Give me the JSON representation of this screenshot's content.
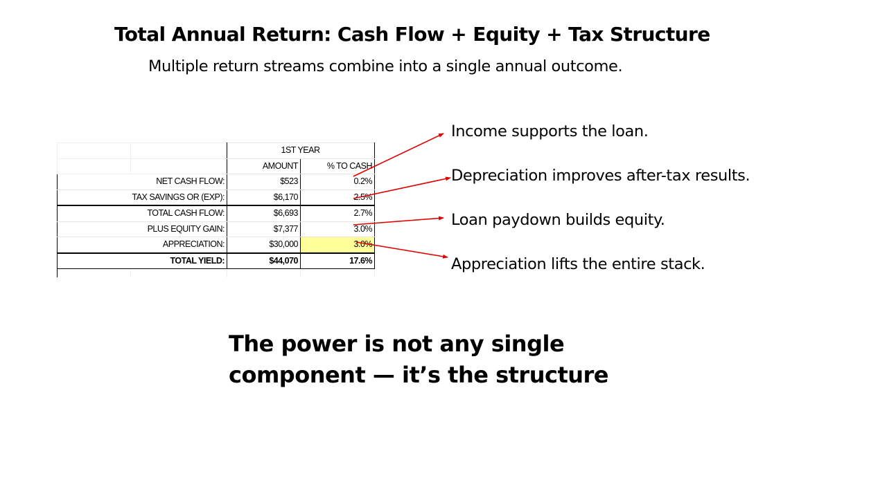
{
  "slide": {
    "title": "Total Annual Return: Cash Flow + Equity + Tax Structure",
    "subtitle": "Multiple return streams combine into a single annual outcome.",
    "closing_line_1": "The power is not any single",
    "closing_line_2": "component — it’s the structure"
  },
  "table": {
    "group_header": "1ST YEAR",
    "col_amount": "AMOUNT",
    "col_pct": "% TO CASH",
    "rows": [
      {
        "label": "NET CASH FLOW:",
        "amount": "$523",
        "pct": "0.2%"
      },
      {
        "label": "TAX SAVINGS OR (EXP):",
        "amount": "$6,170",
        "pct": "2.5%"
      },
      {
        "label": "TOTAL CASH FLOW:",
        "amount": "$6,693",
        "pct": "2.7%"
      },
      {
        "label": "PLUS EQUITY GAIN:",
        "amount": "$7,377",
        "pct": "3.0%"
      },
      {
        "label": "APPRECIATION:",
        "amount": "$30,000",
        "pct": "3.0%"
      },
      {
        "label": "TOTAL YIELD:",
        "amount": "$44,070",
        "pct": "17.6%"
      }
    ]
  },
  "callouts": [
    "Income supports the loan.",
    "Depreciation improves after-tax results.",
    "Loan paydown builds equity.",
    "Appreciation lifts the entire stack."
  ],
  "colors": {
    "arrow": "#e00000",
    "highlight": "#ffff99"
  }
}
